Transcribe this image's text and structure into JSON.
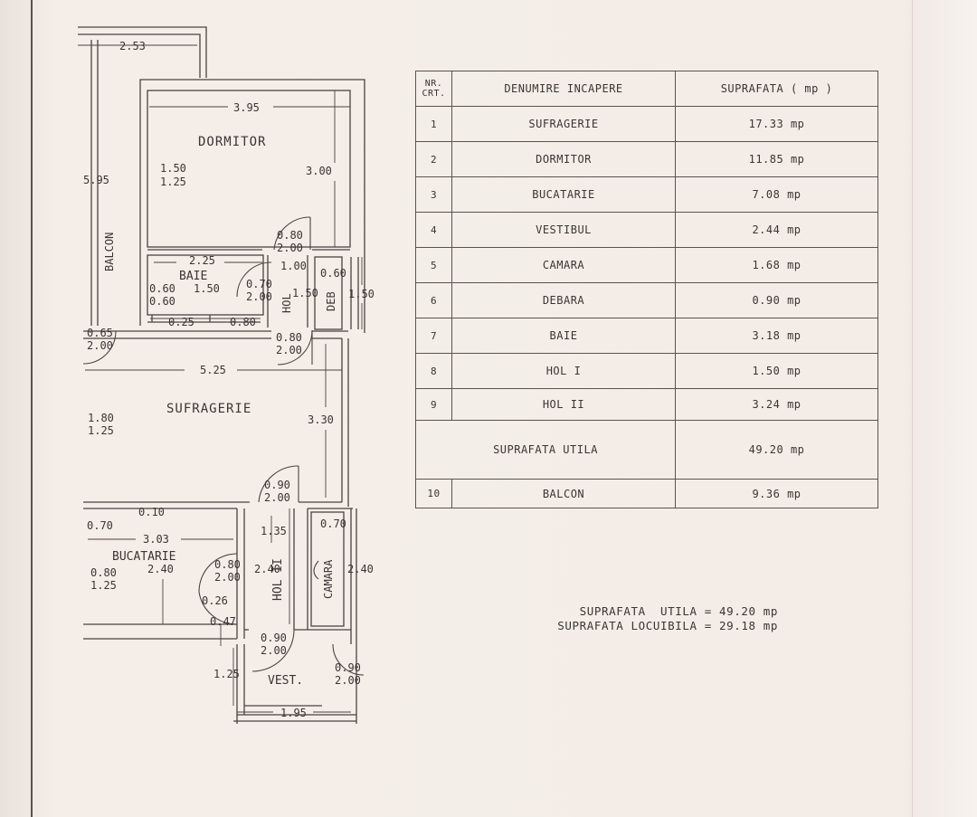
{
  "plan": {
    "rooms": {
      "dormitor": "DORMITOR",
      "baie": "BAIE",
      "hol_i": "HOL",
      "debara": "DEB",
      "balcon": "BALCON",
      "sufragerie": "SUFRAGERIE",
      "bucatarie": "BUCATARIE",
      "hol_ii": "HOL II",
      "camara": "CAMARA",
      "vestibul": "VEST."
    },
    "dims": {
      "balcon_width": "2.53",
      "dormitor_width": "3.95",
      "dormitor_depth": "3.00",
      "balcon_length": "5.95",
      "dormitor_win_w": "1.50",
      "dormitor_win_h": "1.25",
      "door_dormitor_w": "0.80",
      "door_dormitor_h": "2.00",
      "baie_width": "2.25",
      "baie_win1_w": "0.60",
      "baie_win1_h": "0.60",
      "baie_1_50": "1.50",
      "baie_0_25": "0.25",
      "baie_0_80": "0.80",
      "door_baie_w": "0.70",
      "door_baie_h": "2.00",
      "hol_1_00": "1.00",
      "hol_1_50": "1.50",
      "deb_0_60": "0.60",
      "deb_1_50": "1.50",
      "balcon_door_w": "0.65",
      "balcon_door_h": "2.00",
      "door_hol_w": "0.80",
      "door_hol_h": "2.00",
      "suf_width": "5.25",
      "suf_depth": "3.30",
      "suf_win_w": "1.80",
      "suf_win_h": "1.25",
      "door_suf_w": "0.90",
      "door_suf_h": "2.00",
      "buc_0_10": "0.10",
      "buc_0_70": "0.70",
      "buc_width": "3.03",
      "buc_depth": "2.40",
      "buc_win_w": "0.80",
      "buc_win_h": "1.25",
      "door_buc_w": "0.80",
      "door_buc_h": "2.00",
      "buc_0_26": "0.26",
      "buc_0_47": "0.47",
      "hol2_1_35": "1.35",
      "hol2_2_40": "2.40",
      "cam_0_70": "0.70",
      "cam_2_40": "2.40",
      "door_vest_w": "0.90",
      "door_vest_h": "2.00",
      "vest_1_25": "1.25",
      "door_ent_w": "0.90",
      "door_ent_h": "2.00",
      "vest_width": "1.95"
    }
  },
  "table": {
    "header": {
      "nr_line1": "NR.",
      "nr_line2": "CRT.",
      "name": "DENUMIRE INCAPERE",
      "area": "SUPRAFATA ( mp )"
    },
    "rows": [
      {
        "nr": "1",
        "name": "SUFRAGERIE",
        "area": "17.33 mp"
      },
      {
        "nr": "2",
        "name": "DORMITOR",
        "area": "11.85 mp"
      },
      {
        "nr": "3",
        "name": "BUCATARIE",
        "area": "7.08 mp"
      },
      {
        "nr": "4",
        "name": "VESTIBUL",
        "area": "2.44 mp"
      },
      {
        "nr": "5",
        "name": "CAMARA",
        "area": "1.68 mp"
      },
      {
        "nr": "6",
        "name": "DEBARA",
        "area": "0.90 mp"
      },
      {
        "nr": "7",
        "name": "BAIE",
        "area": "3.18 mp"
      },
      {
        "nr": "8",
        "name": "HOL I",
        "area": "1.50 mp"
      },
      {
        "nr": "9",
        "name": "HOL II",
        "area": "3.24 mp"
      }
    ],
    "subtotal": {
      "name": "SUPRAFATA  UTILA",
      "area": "49.20 mp"
    },
    "balcon": {
      "nr": "10",
      "name": "BALCON",
      "area": "9.36 mp"
    }
  },
  "totals": {
    "utila": "SUPRAFATA  UTILA = 49.20 mp",
    "locuibila": "SUPRAFATA LOCUIBILA = 29.18 mp"
  }
}
